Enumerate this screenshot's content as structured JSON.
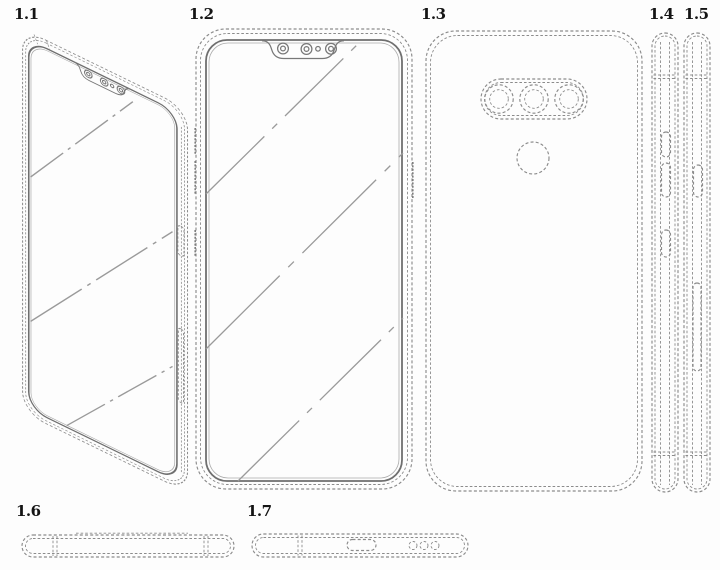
{
  "document": {
    "type": "design patent line drawing sheet",
    "subject": "smartphone shown in seven numbered orthographic and perspective views",
    "background_color": "#fdfdfd",
    "dashed_line_color": "#8b8b8b",
    "solid_line_color": "#6f6f6f",
    "label_color": "#141414"
  },
  "views": [
    {
      "label": "1.1",
      "name": "front-perspective-view",
      "description": "three-quarter perspective of front face with notched display, screen reflection lines, right-side power key and SIM tray"
    },
    {
      "label": "1.2",
      "name": "front-view",
      "description": "front elevation; wide display notch containing two camera lenses, a small sensor dot and a third lens; diagonal glass reflection lines"
    },
    {
      "label": "1.3",
      "name": "rear-view",
      "description": "rear elevation; horizontal pill-shaped triple camera module and round fingerprint sensor below it"
    },
    {
      "label": "1.4",
      "name": "left-side-view",
      "description": "left profile with three keys (volume up, volume down, assistant) and antenna seam lines"
    },
    {
      "label": "1.5",
      "name": "right-side-view",
      "description": "right profile with power key and elongated SIM tray slot"
    },
    {
      "label": "1.6",
      "name": "top-edge-view",
      "description": "top edge with antenna seam line pairs near both ends"
    },
    {
      "label": "1.7",
      "name": "bottom-edge-view",
      "description": "bottom edge with antenna seam pair, central USB-C port and three speaker holes"
    }
  ]
}
